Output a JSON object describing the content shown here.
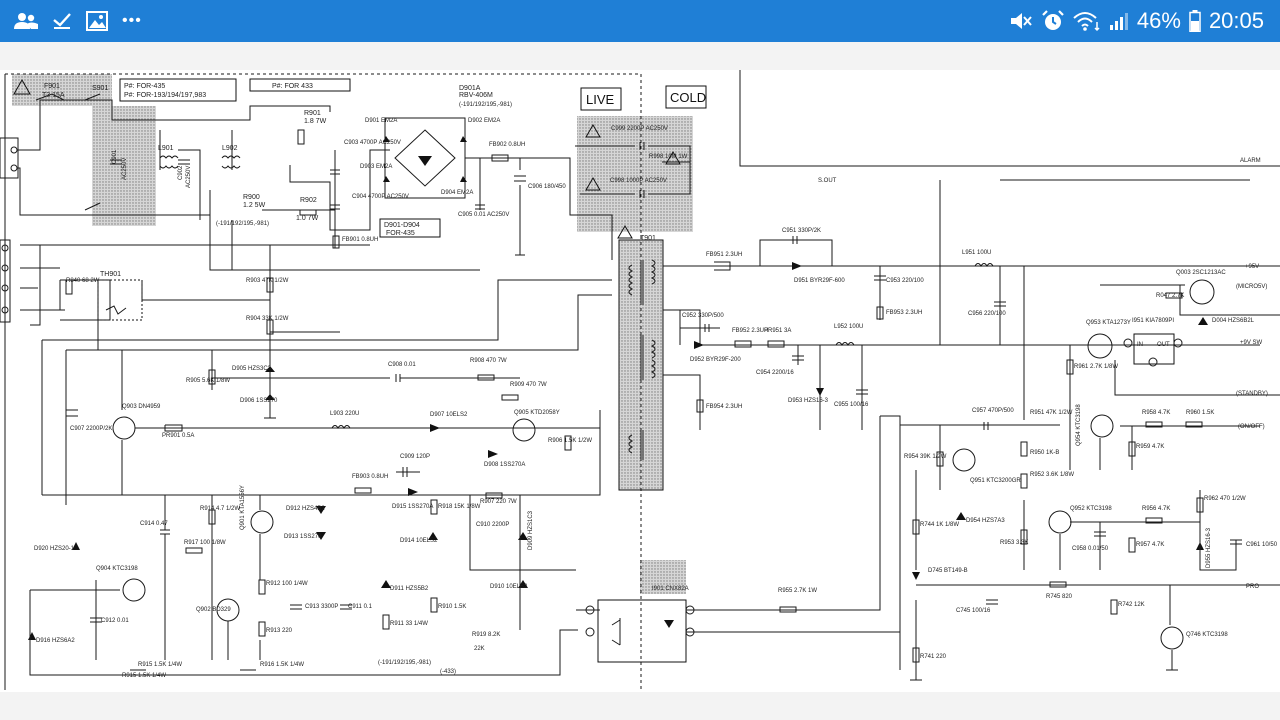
{
  "status_bar": {
    "battery_percent": "46%",
    "time": "20:05",
    "overflow": "•••"
  },
  "schematic": {
    "box_live": "LIVE",
    "box_cold": "COLD",
    "note_435": "P#: FOR-435",
    "note_193": "P#: FOR-193/194/197,983",
    "note_433": "P#: FOR 433",
    "bridge_note_1": "D901-D904",
    "bridge_note_2": "FOR-435",
    "labels": {
      "f901": "F901",
      "f901_val": "T3.15A",
      "s901": "S901",
      "l901": "L901",
      "l902": "L902",
      "c901": "C901",
      "c901_val": "AC250V",
      "c902": "C902",
      "c902_val": "AC250V",
      "r901": "R901",
      "r901_val": "1.8 7W",
      "r902": "R902",
      "r902_val": "1.0 7W",
      "r900": "R900",
      "r900_val": "1.2 5W",
      "d901a": "D901A",
      "d901a_val": "RBV-406M",
      "d901a_note": "(-191/192/195,-981)",
      "d901": "D901 EM2A",
      "d902": "D902 EM2A",
      "d903": "D903 EM2A",
      "d904": "D904 EM2A",
      "c903": "C903 4700P AC250V",
      "c904": "C904 4700P AC250V",
      "fb901": "FB901 0.8UH",
      "fb902": "FB902 0.8UH",
      "c905": "C905 0.01 AC250V",
      "c906": "C906 180/450",
      "c999": "C999 2200P AC250V",
      "c998": "C998 1000P AC250V",
      "r998": "R998 10M 1W",
      "t901": "T901",
      "r840": "R840 68 2W",
      "th901": "TH901",
      "r903": "R903 47K 1/2W",
      "r904": "R904 33K 1/2W",
      "d905": "D905 HZS3C3",
      "d906": "D906 1SS270",
      "r905": "R905 5.6K 1/8W",
      "c907": "C907 2200P/2K",
      "q903": "Q903 DN4959",
      "pr901": "PR901 0.5A",
      "c908": "C908 0.01",
      "r908": "R908 470 7W",
      "r909": "R909 470 7W",
      "l903": "L903 220U",
      "d907": "D907 10ELS2",
      "q905": "Q905 KTD2058Y",
      "d908": "D908 1SS270A",
      "r906": "R906 1.5K 1/2W",
      "c909": "C909 120P",
      "fb903": "FB903 0.8UH",
      "d915": "D915 1SS270A",
      "r918": "R918 15K 1/8W",
      "r907": "R907 220 7W",
      "c910": "C910 2200P",
      "d914": "D914 10ELS2",
      "d912": "D912 HZS4B2",
      "d913": "D913 1SS270",
      "q901": "Q901 KTA1556Y",
      "r914": "R914 4.7 1/2W",
      "c914": "C914 0.47",
      "r917": "R917 100 1/8W",
      "d920": "D920 HZS20-1",
      "q904": "Q904 KTC3198",
      "c912": "C912 0.01",
      "d916": "D916 HZS6A2",
      "q902": "Q902 BD329",
      "r912": "R912 100 1/4W",
      "r913": "R913 220",
      "c913": "C913 3300P",
      "c911": "C911 0.1",
      "d911": "D911 HZS5B2",
      "r911": "R911 33 1/4W",
      "r910": "R910 1.5K",
      "r919": "R919 8.2K",
      "r919_b": "22K",
      "d909": "D909 HZS1C3",
      "d910": "D910 10ELS2",
      "r915": "R915 1.5K 1/4W",
      "r916": "R916 1.5K 1/4W",
      "note_bottom_1": "(-191/192/195,-981)",
      "note_bottom_2": "(-433)",
      "i901": "I901 CNX82A",
      "fb951": "FB951 2.3UH",
      "c951": "C951 330P/2K",
      "d951": "D951 BYR29F-600",
      "c953": "C953 220/100",
      "fb953": "FB953 2.3UH",
      "c952": "C952 330P/500",
      "fb952": "FB952 2.3UH",
      "pr951": "PR951 3A",
      "d952": "D952 BYR29F-200",
      "c954": "C954 2200/16",
      "fb954": "FB954 2.3UH",
      "l952": "L952 100U",
      "d953": "D953 HZS16-3",
      "c955": "C955 100/16",
      "l951": "L951 100U",
      "c956": "C956 220/100",
      "q003": "Q003 2SC1213AC",
      "r047": "R047 2.7K",
      "d004": "D004 HZS6B2L",
      "q953": "Q953 KTA1273Y",
      "i951": "I951 KIA7809PI",
      "i951_in": "IN",
      "i951_out": "OUT",
      "r961": "R961 2.7K 1/8W",
      "q954": "Q954 KTC3198",
      "r958": "R958 4.7K",
      "r960": "R960 1.5K",
      "r959": "R959 4.7K",
      "c957": "C957 470P/500",
      "r951": "R951 47K 1/2W",
      "r954": "R954 39K 1/2W",
      "q951": "Q951 KTC3200GR",
      "r950": "R950 1K-B",
      "r952": "R952 3.6K 1/8W",
      "d954": "D954 HZS7A3",
      "r953": "R953 3.3K",
      "q952": "Q952 KTC3198",
      "c958": "C958 0.01/50",
      "r956": "R956 4.7K",
      "r957": "R957 4.7K",
      "r962": "R962 470 1/2W",
      "d955": "D955 HZS16-3",
      "c961": "C961 10/50",
      "r744": "R744 1K 1/8W",
      "d745": "D745 BT149-B",
      "r955": "R955 2.7K 1W",
      "c745": "C745 100/16",
      "r745": "R745 820",
      "r742": "R742 12K",
      "r741": "R741 220",
      "q746": "Q746 KTC3198"
    },
    "rails": {
      "alarm": "ALARM",
      "s_out": "S.OUT",
      "v95": "+95V",
      "micro5v": "(MICRO5V)",
      "v9sw": "+9V SW",
      "standby": "(STANDBY)",
      "onoff": "(ON/OFF)",
      "pro": "PRO"
    }
  }
}
